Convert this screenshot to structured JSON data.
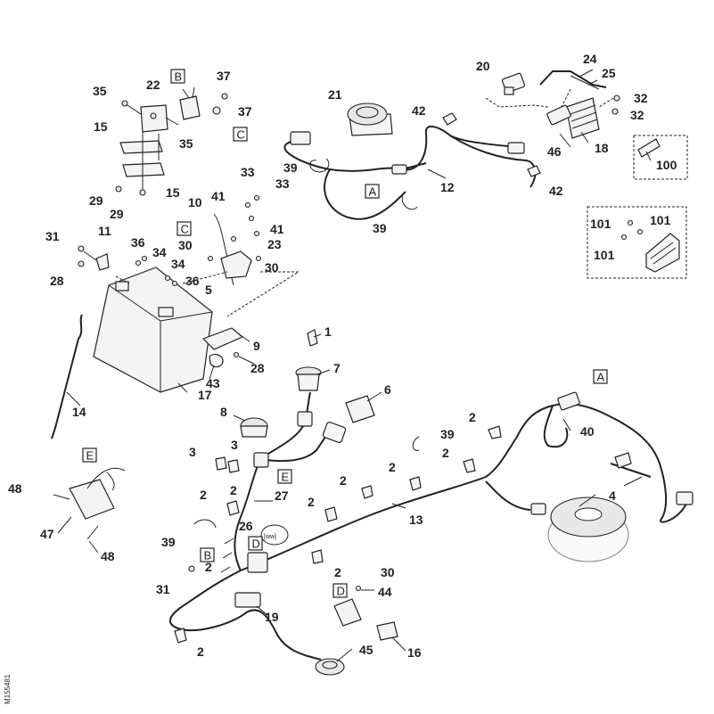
{
  "diagram": {
    "parts": [
      {
        "id": "p1",
        "text": "1"
      },
      {
        "id": "p2a",
        "text": "2"
      },
      {
        "id": "p2b",
        "text": "2"
      },
      {
        "id": "p2c",
        "text": "2"
      },
      {
        "id": "p2d",
        "text": "2"
      },
      {
        "id": "p2e",
        "text": "2"
      },
      {
        "id": "p2f",
        "text": "2"
      },
      {
        "id": "p2g",
        "text": "2"
      },
      {
        "id": "p2h",
        "text": "2"
      },
      {
        "id": "p2i",
        "text": "2"
      },
      {
        "id": "p2j",
        "text": "2"
      },
      {
        "id": "p3a",
        "text": "3"
      },
      {
        "id": "p3b",
        "text": "3"
      },
      {
        "id": "p4",
        "text": "4"
      },
      {
        "id": "p5",
        "text": "5"
      },
      {
        "id": "p6",
        "text": "6"
      },
      {
        "id": "p7",
        "text": "7"
      },
      {
        "id": "p8",
        "text": "8"
      },
      {
        "id": "p9",
        "text": "9"
      },
      {
        "id": "p10",
        "text": "10"
      },
      {
        "id": "p11",
        "text": "11"
      },
      {
        "id": "p12",
        "text": "12"
      },
      {
        "id": "p13",
        "text": "13"
      },
      {
        "id": "p14",
        "text": "14"
      },
      {
        "id": "p15a",
        "text": "15"
      },
      {
        "id": "p15b",
        "text": "15"
      },
      {
        "id": "p16",
        "text": "16"
      },
      {
        "id": "p17",
        "text": "17"
      },
      {
        "id": "p18",
        "text": "18"
      },
      {
        "id": "p19",
        "text": "19"
      },
      {
        "id": "p20",
        "text": "20"
      },
      {
        "id": "p21",
        "text": "21"
      },
      {
        "id": "p22",
        "text": "22"
      },
      {
        "id": "p23",
        "text": "23"
      },
      {
        "id": "p24",
        "text": "24"
      },
      {
        "id": "p25",
        "text": "25"
      },
      {
        "id": "p26",
        "text": "26"
      },
      {
        "id": "p27",
        "text": "27"
      },
      {
        "id": "p28a",
        "text": "28"
      },
      {
        "id": "p28b",
        "text": "28"
      },
      {
        "id": "p29a",
        "text": "29"
      },
      {
        "id": "p29b",
        "text": "29"
      },
      {
        "id": "p30a",
        "text": "30"
      },
      {
        "id": "p30b",
        "text": "30"
      },
      {
        "id": "p30c",
        "text": "30"
      },
      {
        "id": "p31a",
        "text": "31"
      },
      {
        "id": "p31b",
        "text": "31"
      },
      {
        "id": "p32a",
        "text": "32"
      },
      {
        "id": "p32b",
        "text": "32"
      },
      {
        "id": "p33a",
        "text": "33"
      },
      {
        "id": "p33b",
        "text": "33"
      },
      {
        "id": "p34a",
        "text": "34"
      },
      {
        "id": "p34b",
        "text": "34"
      },
      {
        "id": "p35a",
        "text": "35"
      },
      {
        "id": "p35b",
        "text": "35"
      },
      {
        "id": "p36a",
        "text": "36"
      },
      {
        "id": "p36b",
        "text": "36"
      },
      {
        "id": "p37a",
        "text": "37"
      },
      {
        "id": "p37b",
        "text": "37"
      },
      {
        "id": "p39a",
        "text": "39"
      },
      {
        "id": "p39b",
        "text": "39"
      },
      {
        "id": "p39c",
        "text": "39"
      },
      {
        "id": "p39d",
        "text": "39"
      },
      {
        "id": "p40",
        "text": "40"
      },
      {
        "id": "p41a",
        "text": "41"
      },
      {
        "id": "p41b",
        "text": "41"
      },
      {
        "id": "p42a",
        "text": "42"
      },
      {
        "id": "p42b",
        "text": "42"
      },
      {
        "id": "p43",
        "text": "43"
      },
      {
        "id": "p44",
        "text": "44"
      },
      {
        "id": "p45",
        "text": "45"
      },
      {
        "id": "p46",
        "text": "46"
      },
      {
        "id": "p47",
        "text": "47"
      },
      {
        "id": "p48a",
        "text": "48"
      },
      {
        "id": "p48b",
        "text": "48"
      },
      {
        "id": "p100",
        "text": "100"
      },
      {
        "id": "p101a",
        "text": "101"
      },
      {
        "id": "p101b",
        "text": "101"
      },
      {
        "id": "p101c",
        "text": "101"
      }
    ],
    "callouts": [
      {
        "id": "cA1",
        "text": "A"
      },
      {
        "id": "cA2",
        "text": "A"
      },
      {
        "id": "cB1",
        "text": "B"
      },
      {
        "id": "cB2",
        "text": "B"
      },
      {
        "id": "cC1",
        "text": "C"
      },
      {
        "id": "cC2",
        "text": "C"
      },
      {
        "id": "cD1",
        "text": "D"
      },
      {
        "id": "cD2",
        "text": "D"
      },
      {
        "id": "cE1",
        "text": "E"
      },
      {
        "id": "cE2",
        "text": "E"
      }
    ],
    "doc_code": "M155481"
  }
}
